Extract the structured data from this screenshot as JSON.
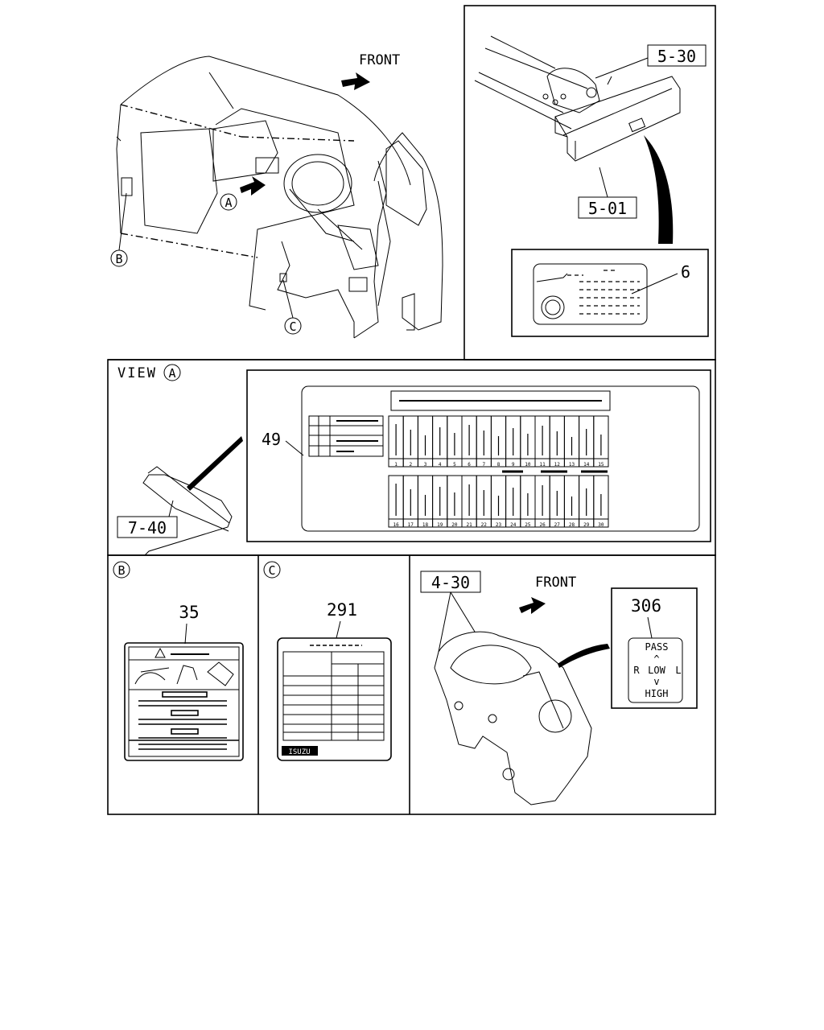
{
  "labels": {
    "front_top": "FRONT",
    "front_bottom": "FRONT",
    "view": "VIEW",
    "circ_a": "A",
    "circ_a_view": "A",
    "circ_b": "B",
    "circ_c": "C",
    "circ_b_panel": "B",
    "circ_c_panel": "C"
  },
  "parts": {
    "p530": "5-30",
    "p501": "5-01",
    "p6": "6",
    "p49": "49",
    "p740": "7-40",
    "p35": "35",
    "p291": "291",
    "p430": "4-30",
    "p306": "306"
  },
  "switch_label": {
    "pass": "PASS",
    "low": "LOW",
    "r": "R",
    "l": "L",
    "high": "HIGH"
  },
  "fuse_numbers": {
    "row1": [
      "1",
      "2",
      "3",
      "4",
      "5",
      "6",
      "7",
      "8",
      "9",
      "10",
      "11",
      "12",
      "13",
      "14",
      "15"
    ],
    "row2": [
      "16",
      "17",
      "18",
      "19",
      "20",
      "21",
      "22",
      "23",
      "24",
      "25",
      "26",
      "27",
      "28",
      "29",
      "30"
    ]
  },
  "brand_badge": "ISUZU"
}
